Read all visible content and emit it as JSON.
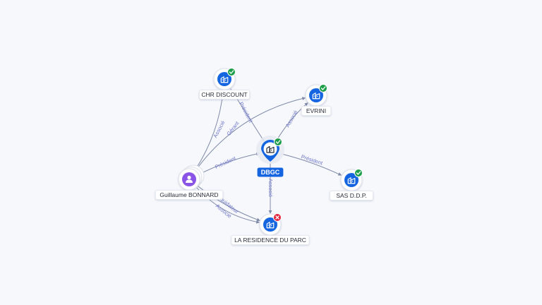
{
  "graph": {
    "colors": {
      "company": "#1565e0",
      "person": "#8a55e6",
      "active": "#1e9e4a",
      "closed": "#e0243d",
      "edge": "#7f8aa8",
      "edge_label": "#6f77c9"
    },
    "center": {
      "id": "dbgc",
      "label": "DBGC",
      "type": "company",
      "status": "active",
      "icon": "building-icon"
    },
    "nodes": [
      {
        "id": "chr",
        "label": "CHR DISCOUNT",
        "type": "company",
        "status": "active",
        "icon": "building-icon"
      },
      {
        "id": "evrini",
        "label": "EVRINI",
        "type": "company",
        "status": "active",
        "icon": "building-icon"
      },
      {
        "id": "sasddp",
        "label": "SAS D.D.P.",
        "type": "company",
        "status": "active",
        "icon": "building-icon"
      },
      {
        "id": "residence",
        "label": "LA RESIDENCE DU PARC",
        "type": "company",
        "status": "closed",
        "icon": "building-icon"
      },
      {
        "id": "guillaume",
        "label": "Guillaume BONNARD",
        "type": "person",
        "status": "",
        "icon": "person-icon"
      }
    ],
    "edges": [
      {
        "from": "chr",
        "to": "dbgc",
        "label": "Président"
      },
      {
        "from": "dbgc",
        "to": "evrini",
        "label": "Associé"
      },
      {
        "from": "dbgc",
        "to": "sasddp",
        "label": "Président"
      },
      {
        "from": "dbgc",
        "to": "residence",
        "label": "Associé"
      },
      {
        "from": "guillaume",
        "to": "dbgc",
        "label": "Président"
      },
      {
        "from": "guillaume",
        "to": "evrini",
        "label": "Gérant"
      },
      {
        "from": "guillaume",
        "to": "chr",
        "label": "Associé"
      },
      {
        "from": "guillaume",
        "to": "residence",
        "label": "Liquidateur"
      },
      {
        "from": "guillaume",
        "to": "residence",
        "label": "Associé"
      }
    ]
  }
}
